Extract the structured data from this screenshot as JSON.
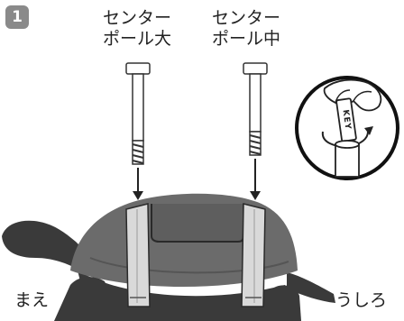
{
  "step": {
    "number": "1"
  },
  "labels": {
    "pole_large": {
      "line1": "センター",
      "line2": "ポール大"
    },
    "pole_medium": {
      "line1": "センター",
      "line2": "ポール中"
    },
    "front": "まえ",
    "back": "うしろ"
  },
  "inset": {
    "key_text": "KEY"
  },
  "colors": {
    "shell": "#6b6b6b",
    "body": "#3a3a3a",
    "slot": "#d9d9d9",
    "badge": "#8a8a8a"
  }
}
